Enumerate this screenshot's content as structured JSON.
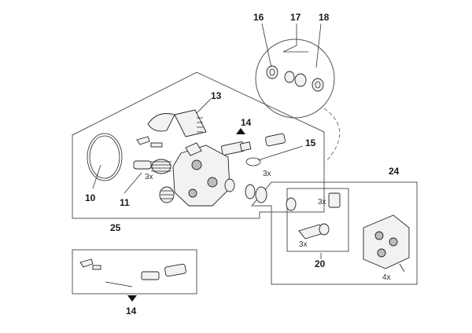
{
  "callouts": {
    "c10": "10",
    "c11": "11",
    "c13": "13",
    "c14_top": "14",
    "c15": "15",
    "c16": "16",
    "c17": "17",
    "c18": "18",
    "c20": "20",
    "c24": "24",
    "c25": "25",
    "c14_bottom": "14"
  },
  "quantities": {
    "q3x_valve": "3x",
    "q3x_seals": "3x",
    "q3x_insert": "3x",
    "q3x_kit": "3x",
    "q4x_screws": "4x"
  },
  "colors": {
    "line": "#222222",
    "frame": "#555555",
    "fill": "#f2f2f2"
  },
  "icons": {
    "pointer": "triangle-pointer-icon"
  }
}
